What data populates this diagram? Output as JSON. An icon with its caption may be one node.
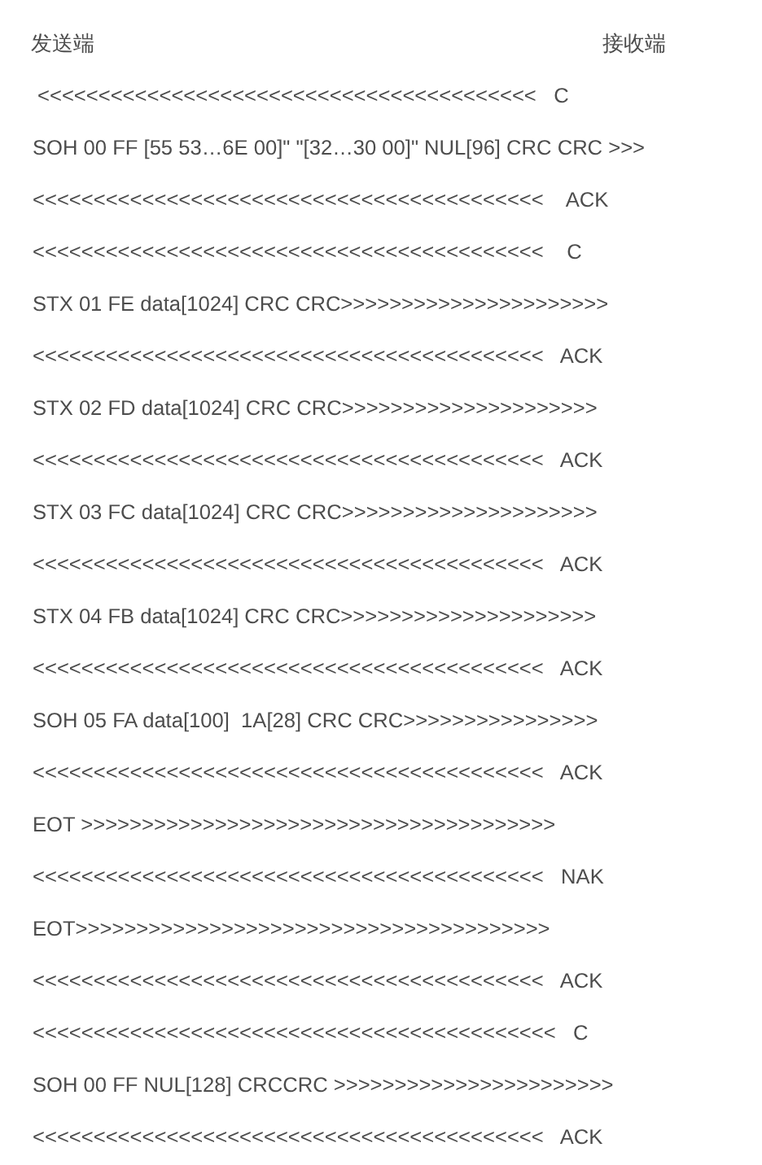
{
  "diagram": {
    "labels": [
      "发送端",
      "接收端",
      "<<<<<<<<<<<<<<<<<<<<<<<<<<<<<<<<<<<<<<<<<   C",
      "SOH 00 FF [55 53…6E 00]\" \"[32…30 00]\" NUL[96] CRC CRC >>>",
      "<<<<<<<<<<<<<<<<<<<<<<<<<<<<<<<<<<<<<<<<<<    ACK",
      "<<<<<<<<<<<<<<<<<<<<<<<<<<<<<<<<<<<<<<<<<<    C",
      "STX 01 FE data[1024] CRC CRC>>>>>>>>>>>>>>>>>>>>>>",
      "<<<<<<<<<<<<<<<<<<<<<<<<<<<<<<<<<<<<<<<<<<   ACK",
      "STX 02 FD data[1024] CRC CRC>>>>>>>>>>>>>>>>>>>>>",
      "<<<<<<<<<<<<<<<<<<<<<<<<<<<<<<<<<<<<<<<<<<   ACK",
      "STX 03 FC data[1024] CRC CRC>>>>>>>>>>>>>>>>>>>>>",
      "<<<<<<<<<<<<<<<<<<<<<<<<<<<<<<<<<<<<<<<<<<   ACK",
      "STX 04 FB data[1024] CRC CRC>>>>>>>>>>>>>>>>>>>>>",
      "<<<<<<<<<<<<<<<<<<<<<<<<<<<<<<<<<<<<<<<<<<   ACK",
      "SOH 05 FA data[100]  1A[28] CRC CRC>>>>>>>>>>>>>>>>",
      "<<<<<<<<<<<<<<<<<<<<<<<<<<<<<<<<<<<<<<<<<<   ACK",
      "EOT >>>>>>>>>>>>>>>>>>>>>>>>>>>>>>>>>>>>>>>",
      "<<<<<<<<<<<<<<<<<<<<<<<<<<<<<<<<<<<<<<<<<<   NAK",
      "EOT>>>>>>>>>>>>>>>>>>>>>>>>>>>>>>>>>>>>>>>",
      "<<<<<<<<<<<<<<<<<<<<<<<<<<<<<<<<<<<<<<<<<<   ACK",
      "<<<<<<<<<<<<<<<<<<<<<<<<<<<<<<<<<<<<<<<<<<<   C",
      "SOH 00 FF NUL[128] CRCCRC >>>>>>>>>>>>>>>>>>>>>>>",
      "<<<<<<<<<<<<<<<<<<<<<<<<<<<<<<<<<<<<<<<<<<   ACK"
    ]
  }
}
